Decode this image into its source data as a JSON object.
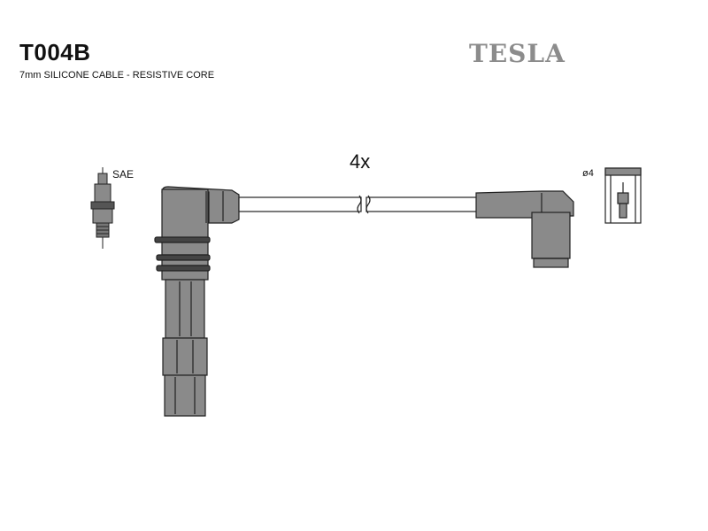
{
  "header": {
    "part_number": "T004B",
    "description": "7mm SILICONE CABLE - RESISTIVE CORE",
    "brand": "TESLA"
  },
  "diagram": {
    "quantity_label": "4x",
    "spark_plug_label": "SAE",
    "terminal_size_label": "ø4"
  },
  "colors": {
    "part_fill": "#8a8a8a",
    "outline": "#222222",
    "brand_gray": "#8c8c8c"
  }
}
